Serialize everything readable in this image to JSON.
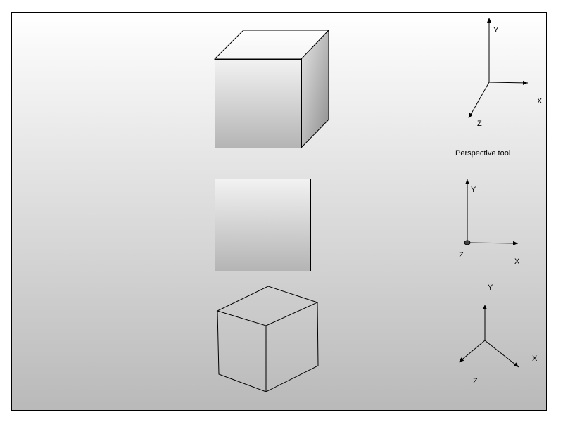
{
  "colors": {
    "frame_border": "#000000",
    "gradient_top": "#ffffff",
    "gradient_bottom": "#bfbfbf",
    "stroke": "#000000"
  },
  "axes_top": {
    "y": "Y",
    "x": "X",
    "z": "Z"
  },
  "caption": "Perspective tool",
  "axes_middle": {
    "y": "Y",
    "x": "X",
    "z": "Z"
  },
  "axes_bottom": {
    "y": "Y",
    "x": "X",
    "z": "Z"
  }
}
